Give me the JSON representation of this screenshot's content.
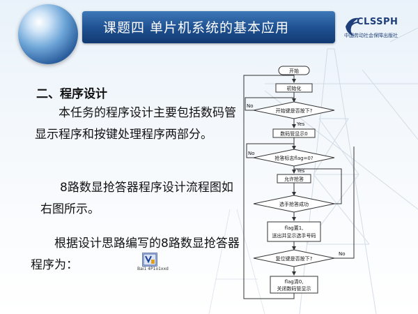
{
  "header": {
    "title": "课题四   单片机系统的基本应用",
    "logo_text": "CLSSPH",
    "logo_subtitle": "中国劳动社会保障出版社"
  },
  "content": {
    "section_heading": "二、程序设计",
    "paragraph1": "本任务的程序设计主要包括数码管显示程序和按键处理程序两部分。",
    "paragraph2": "8路数显抢答器程序设计流程图如右图所示。",
    "paragraph3": "根据设计思路编写的8路数显抢答器程序为：",
    "file_icon_label": "Bai1 4P1o1xxd"
  },
  "flowchart": {
    "start": "开始",
    "init": "初始化",
    "decision_start": "开始键是否按下?",
    "display_zero": "数码管显示0",
    "decision_flag": "抢答标志flag=0?",
    "allow_answer": "允许抢答",
    "decision_success": "选手抢答成功",
    "flag_set_line1": "flag置1,",
    "flag_set_line2": "送出并显示选手号码",
    "decision_reset": "复位键是否按下?",
    "flag_clear_line1": "flag清0,",
    "flag_clear_line2": "关闭数码管显示",
    "yes": "Yes",
    "no": "No"
  },
  "colors": {
    "header_bar": "#1e4f8f",
    "text": "#111111",
    "flow_line": "#333333"
  }
}
